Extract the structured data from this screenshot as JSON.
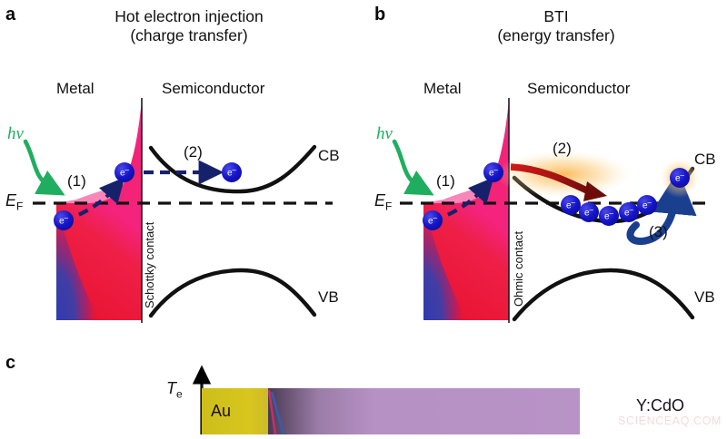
{
  "figure": {
    "watermark": "SCIENCEAQ.COM",
    "colors": {
      "metal_hot_top": "#f4237e",
      "metal_red": "#e8112d",
      "metal_blue": "#3b3fa8",
      "electron_blue": "#1414c8",
      "hv_green": "#1fae60",
      "et_arrow_red": "#8c1111",
      "et_glow_orange": "#fbb040",
      "recomb_arrow_navy": "#1b3f8f",
      "gold": "#d4c020",
      "purple": "#b691c4",
      "watermark_pink": "#f6d9dd"
    }
  },
  "panels": {
    "a": {
      "letter": "a",
      "title_line1": "Hot electron injection",
      "title_line2": "(charge transfer)",
      "metal_label": "Metal",
      "semiconductor_label": "Semiconductor",
      "fermi_label": "E",
      "fermi_sub": "F",
      "photon_label": "hv",
      "cb_label": "CB",
      "vb_label": "VB",
      "contact_label": "Schottky contact",
      "steps": [
        "(1)",
        "(2)"
      ],
      "electron_symbol": "e",
      "electron_superscript": "–",
      "electron_count": 3
    },
    "b": {
      "letter": "b",
      "title_line1": "BTI",
      "title_line2": "(energy transfer)",
      "metal_label": "Metal",
      "semiconductor_label": "Semiconductor",
      "fermi_label": "E",
      "fermi_sub": "F",
      "photon_label": "hv",
      "cb_label": "CB",
      "vb_label": "VB",
      "contact_label": "Ohmic contact",
      "steps": [
        "(1)",
        "(2)",
        "(3)"
      ],
      "electron_symbol": "e",
      "electron_superscript": "–",
      "electron_count": 8
    },
    "c": {
      "letter": "c",
      "yaxis_label": "T",
      "yaxis_sub": "e",
      "left_material": "Au",
      "right_material": "Y:CdO"
    }
  }
}
